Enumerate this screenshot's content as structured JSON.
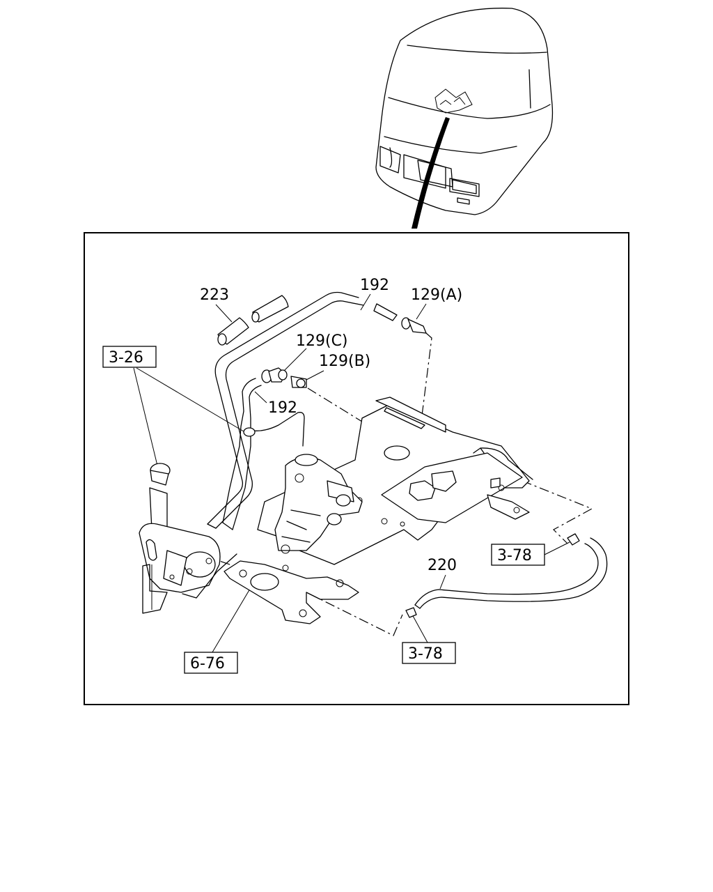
{
  "labels": {
    "p192_top": "192",
    "p223": "223",
    "p129a": "129(A)",
    "p129c": "129(C)",
    "p129b": "129(B)",
    "p192_mid": "192",
    "ref_3_26": "3-26",
    "ref_3_78_right": "3-78",
    "p220": "220",
    "ref_3_78_bottom": "3-78",
    "ref_6_76": "6-76"
  }
}
